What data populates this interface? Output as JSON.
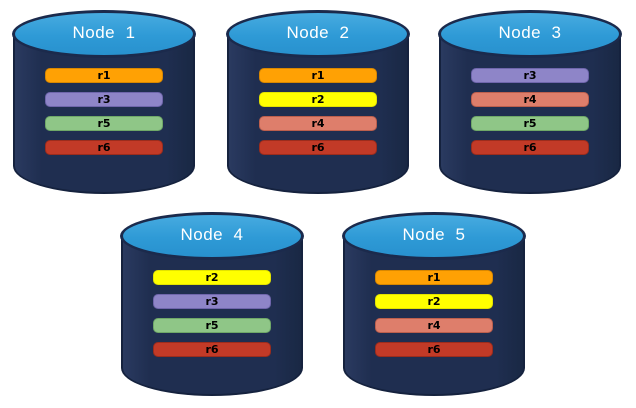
{
  "diagram": {
    "type": "database-replica-distribution",
    "background": "#FFFFFF"
  },
  "colors": {
    "cylinder_body": "#1F2E50",
    "cylinder_outline": "#15223E",
    "ellipse_fill": "#2E9AD6",
    "ellipse_border": "#1B2A4C",
    "node_label_color": "#FFFFFF",
    "bar_label_color": "#000000"
  },
  "replica_colors": {
    "r1": {
      "fill": "#FFA104",
      "border": "#D88700"
    },
    "r2": {
      "fill": "#FFFF00",
      "border": "#E3E300"
    },
    "r3": {
      "fill": "#8E85C8",
      "border": "#6F66AC"
    },
    "r4": {
      "fill": "#DE7E6B",
      "border": "#BC5F4D"
    },
    "r5": {
      "fill": "#8FC687",
      "border": "#6FA868"
    },
    "r6": {
      "fill": "#C23A27",
      "border": "#9C2C1C"
    }
  },
  "nodes": [
    {
      "label": "Node  1",
      "replicas": [
        "r1",
        "r3",
        "r5",
        "r6"
      ]
    },
    {
      "label": "Node  2",
      "replicas": [
        "r1",
        "r2",
        "r4",
        "r6"
      ]
    },
    {
      "label": "Node  3",
      "replicas": [
        "r3",
        "r4",
        "r5",
        "r6"
      ]
    },
    {
      "label": "Node  4",
      "replicas": [
        "r2",
        "r3",
        "r5",
        "r6"
      ]
    },
    {
      "label": "Node  5",
      "replicas": [
        "r1",
        "r2",
        "r4",
        "r6"
      ]
    }
  ]
}
